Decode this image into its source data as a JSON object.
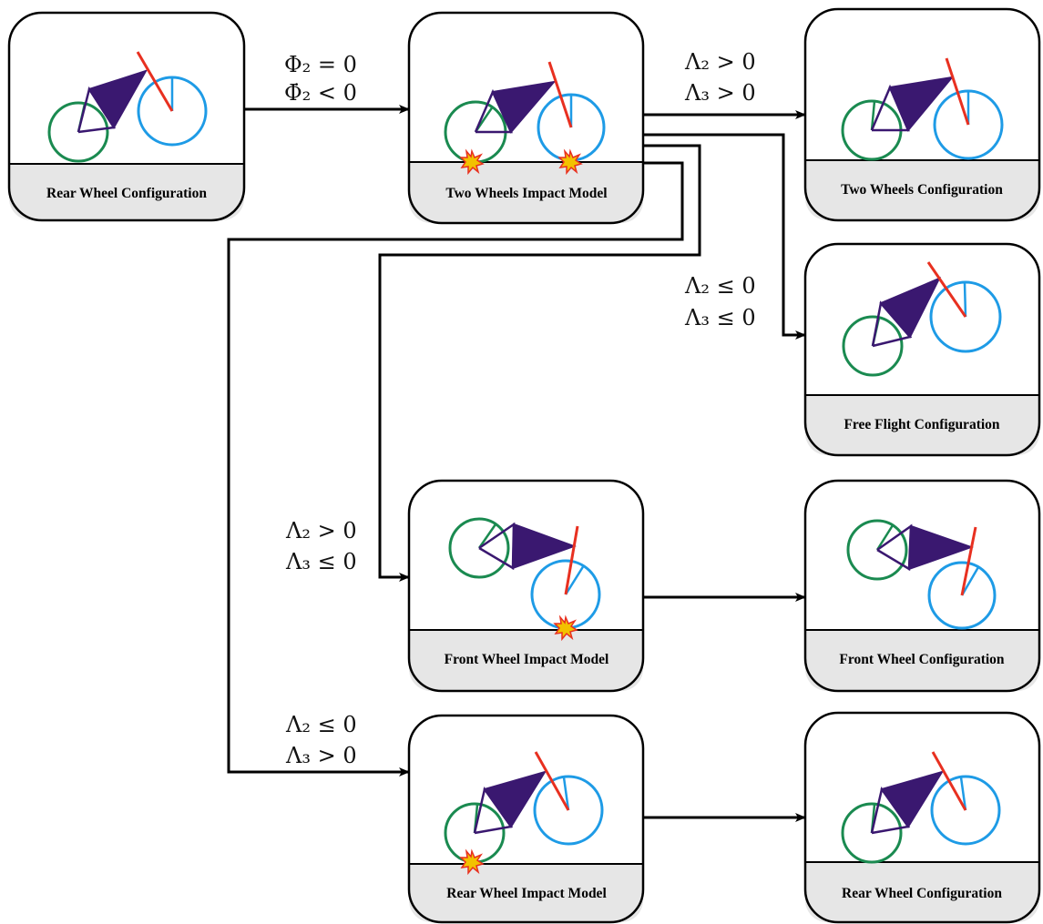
{
  "nodes": {
    "rear_start": {
      "title": "Rear Wheel Configuration"
    },
    "two_impact": {
      "title": "Two Wheels Impact Model"
    },
    "two_config": {
      "title": "Two Wheels Configuration"
    },
    "free_flight": {
      "title": "Free Flight Configuration"
    },
    "front_impact": {
      "title": "Front Wheel Impact Model"
    },
    "front_config": {
      "title": "Front Wheel Configuration"
    },
    "rear_impact": {
      "title": "Rear Wheel Impact Model"
    },
    "rear_end": {
      "title": "Rear Wheel Configuration"
    }
  },
  "conditions": {
    "rear_to_impact": {
      "line1": "Φ₂ = 0",
      "line2": "Φ̇₂ < 0"
    },
    "to_two_config": {
      "line1": "Λ₂ > 0",
      "line2": "Λ₃ > 0"
    },
    "to_free_flight": {
      "line1": "Λ₂ ≤ 0",
      "line2": "Λ₃ ≤ 0"
    },
    "to_front_impact": {
      "line1": "Λ₂ > 0",
      "line2": "Λ₃ ≤ 0"
    },
    "to_rear_impact": {
      "line1": "Λ₂ ≤ 0",
      "line2": "Λ₃ > 0"
    }
  },
  "colors": {
    "rear_wheel": "#1a8a50",
    "front_wheel": "#1e9be6",
    "frame": "#3a1870",
    "fork": "#e83020",
    "panel_footer": "#e6e6e6",
    "impact_burst": "#f2c200"
  }
}
